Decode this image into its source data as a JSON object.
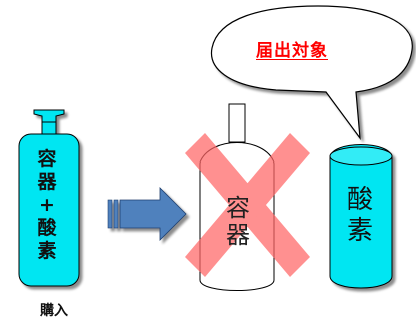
{
  "callout": {
    "text": "届出対象",
    "color": "#ff0000"
  },
  "purchased_cylinder": {
    "chars": [
      "容",
      "器",
      "+",
      "酸",
      "素"
    ],
    "color": "#00e6f2"
  },
  "purchase_label": "購入",
  "arrow": {
    "color": "#4f81bd"
  },
  "empty_container": {
    "chars": [
      "容",
      "器"
    ],
    "cross_color": "#ff6666"
  },
  "oxygen_cylinder": {
    "chars": [
      "酸",
      "素"
    ],
    "color": "#00e6f2"
  }
}
